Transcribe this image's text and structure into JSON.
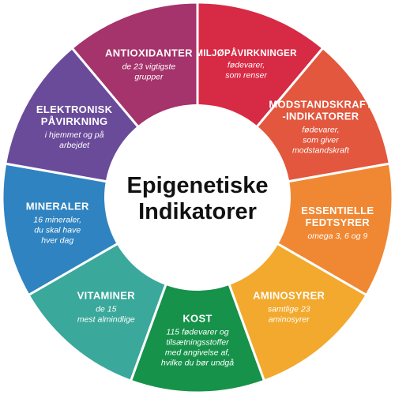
{
  "center": {
    "line1": "Epigenetiske",
    "line2": "Indikatorer"
  },
  "segments": [
    {
      "key": "miljopavirkninger",
      "color": "#d72a45",
      "title": [
        "MILJØPÅVIRKNINGER"
      ],
      "subtitle": [
        "fødevarer,",
        "som renser"
      ]
    },
    {
      "key": "modstandskraft",
      "color": "#e2573d",
      "title": [
        "MODSTANDSKRAFT",
        "-INDIKATORER"
      ],
      "subtitle": [
        "fødevarer,",
        "som giver",
        "modstandskraft"
      ]
    },
    {
      "key": "fedtsyrer",
      "color": "#f08833",
      "title": [
        "ESSENTIELLE",
        "FEDTSYRER"
      ],
      "subtitle": [
        "omega 3, 6 og 9"
      ]
    },
    {
      "key": "aminosyrer",
      "color": "#f2a92d",
      "title": [
        "AMINOSYRER"
      ],
      "subtitle": [
        "samtlige 23",
        "aminosyrer"
      ]
    },
    {
      "key": "kost",
      "color": "#16924a",
      "title": [
        "KOST"
      ],
      "subtitle": [
        "115 fødevarer og",
        "tilsætningsstoffer",
        "med angivelse af,",
        "hvilke du bør undgå"
      ]
    },
    {
      "key": "vitaminer",
      "color": "#3aa89a",
      "title": [
        "VITAMINER"
      ],
      "subtitle": [
        "de 15",
        "mest almindlige"
      ]
    },
    {
      "key": "mineraler",
      "color": "#2f83c0",
      "title": [
        "MINERALER"
      ],
      "subtitle": [
        "16 mineraler,",
        "du skal have",
        "hver dag"
      ]
    },
    {
      "key": "elektronisk",
      "color": "#6a4b9a",
      "title": [
        "ELEKTRONISK",
        "PÅVIRKNING"
      ],
      "subtitle": [
        "i hjemmet og på",
        "arbejdet"
      ]
    },
    {
      "key": "antioxidanter",
      "color": "#a5336c",
      "title": [
        "ANTIOXIDANTER"
      ],
      "subtitle": [
        "de 23 vigtigste",
        "grupper"
      ]
    }
  ]
}
